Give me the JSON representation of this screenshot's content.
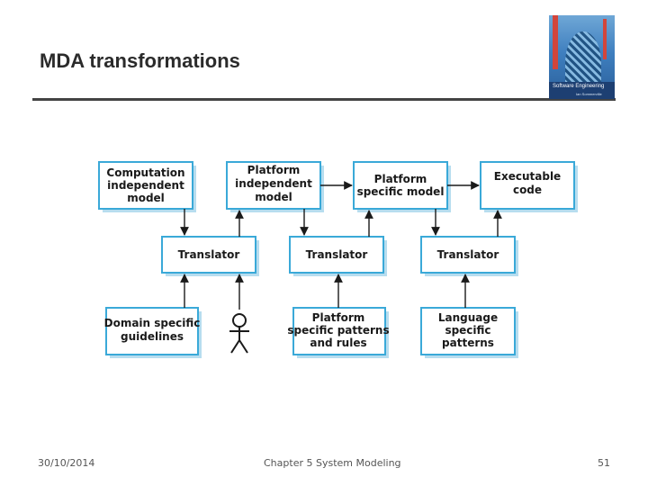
{
  "slide": {
    "title": "MDA transformations",
    "cover": {
      "title": "Software Engineering",
      "edition": "Ian Sommerville"
    }
  },
  "diagram": {
    "nodes": {
      "cim": [
        "Computation",
        "independent",
        "model"
      ],
      "pim": [
        "Platform",
        "independent",
        "model"
      ],
      "psm": [
        "Platform",
        "specific model"
      ],
      "exec": [
        "Executable",
        "code"
      ],
      "t1": [
        "Translator"
      ],
      "t2": [
        "Translator"
      ],
      "t3": [
        "Translator"
      ],
      "domain": [
        "Domain specific",
        "guidelines"
      ],
      "ppr": [
        "Platform",
        "specific patterns",
        "and rules"
      ],
      "lsp": [
        "Language",
        "specific",
        "patterns"
      ]
    },
    "colors": {
      "box_border": "#3aa9d8",
      "shadow": "#b7ddef",
      "arrow": "#1a1a1a"
    }
  },
  "footer": {
    "date": "30/10/2014",
    "chapter": "Chapter 5 System Modeling",
    "page": "51"
  }
}
